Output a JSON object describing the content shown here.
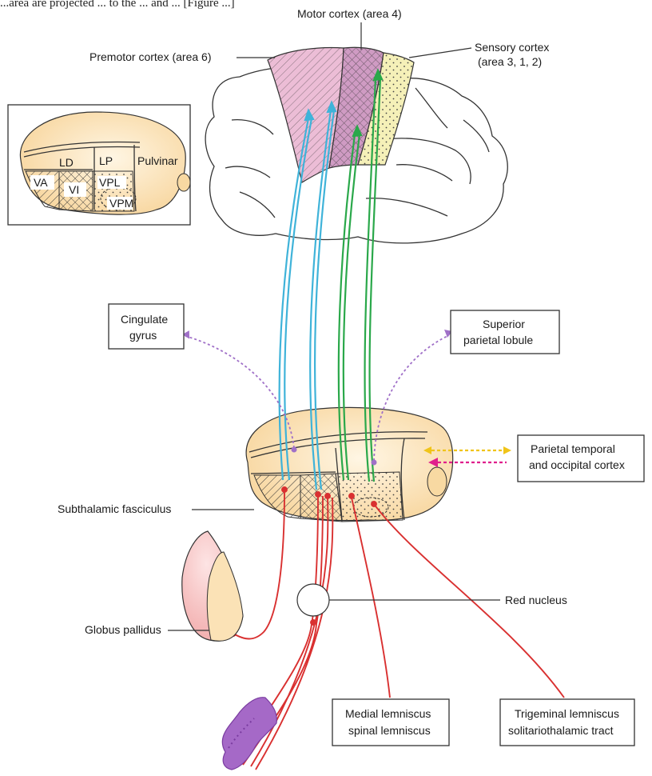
{
  "caption_fragment": "...area are projected ... to the ... and ... [Figure ...]",
  "cortex": {
    "motor": "Motor cortex (area 4)",
    "premotor": "Premotor cortex (area 6)",
    "sensory_1": "Sensory cortex",
    "sensory_2": "(area 3, 1, 2)"
  },
  "inset": {
    "ld": "LD",
    "lp": "LP",
    "pulvinar": "Pulvinar",
    "va": "VA",
    "vi": "VI",
    "vpl": "VPL",
    "vpm": "VPM"
  },
  "boxes": {
    "cingulate_1": "Cingulate",
    "cingulate_2": "gyrus",
    "superior_1": "Superior",
    "superior_2": "parietal lobule",
    "parietal_1": "Parietal temporal",
    "parietal_2": "and occipital cortex",
    "medial_1": "Medial lemniscus",
    "medial_2": "spinal lemniscus",
    "trigeminal_1": "Trigeminal lemniscus",
    "trigeminal_2": "solitariothalamic tract"
  },
  "labels": {
    "subthalamic": "Subthalamic fasciculus",
    "globus": "Globus pallidus",
    "red_nucleus": "Red nucleus"
  },
  "colors": {
    "motor_fiber": "#3fb3d9",
    "sensory_fiber": "#2aa84a",
    "afferent": "#d93030",
    "association": "#a070c8",
    "parietal_in": "#e01f8c",
    "parietal_out": "#f0c419",
    "premotor_fill": "#e8b4d0",
    "motor_fill": "#c58cb8",
    "sensory_fill": "#f3efb0",
    "thalamus_fill": "#fbe2b6",
    "globus_fill": "#f4b6b6",
    "cerebellum_fill": "#a569c7"
  }
}
